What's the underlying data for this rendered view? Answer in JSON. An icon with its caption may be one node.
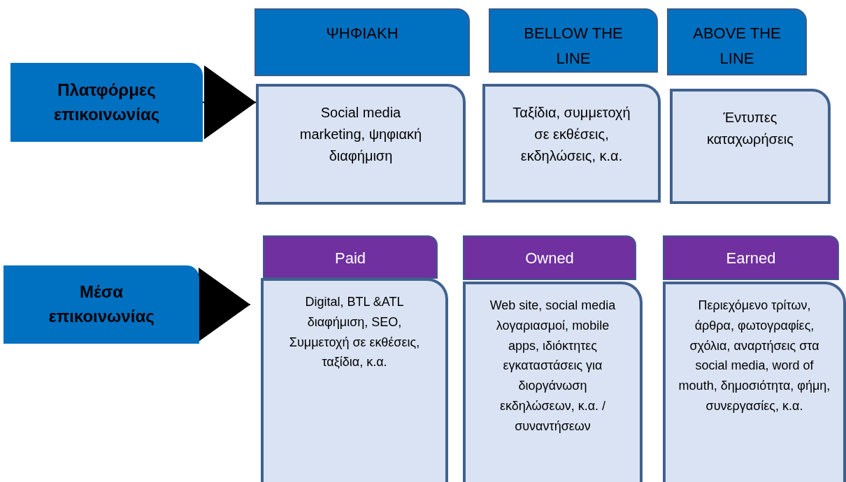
{
  "diagram": {
    "nodes": [
      {
        "text": [
          "Πλατφόρμες επικοινωνίας"
        ]
      },
      {
        "text": [
          "ΨΗΦΙΑΚΗ"
        ]
      },
      {
        "text": [
          "Social media marketing, ψηφιακή διαφήμιση"
        ]
      },
      {
        "text": [
          "BELLOW THE LINE"
        ]
      },
      {
        "text": [
          "Ταξίδια, συμμετοχή σε εκθέσεις, εκδηλώσεις, κ.α."
        ]
      },
      {
        "text": [
          "ABOVE THE LINE"
        ]
      },
      {
        "text": [
          "Έντυπες καταχωρήσεις"
        ]
      },
      {
        "text": [
          "Μέσα επικοινωνίας"
        ]
      },
      {
        "text": [
          "Paid"
        ]
      },
      {
        "text": [
          "Digital, BTL &ATL διαφήμιση, SEO, Συμμετοχή σε εκθέσεις, ταξίδια, κ.α."
        ]
      },
      {
        "text": [
          "Owned"
        ]
      },
      {
        "text": [
          "Web site, social media λογαριασμοί, mobile apps, ιδιόκτητες εγκαταστάσεις για διοργάνωση εκδηλώσεων, κ.α. /συναντήσεων"
        ]
      },
      {
        "text": [
          "Earned"
        ]
      },
      {
        "text": [
          "Περιεχόμενο τρίτων, άρθρα, φωτογραφίες, σχόλια, αναρτήσεις στα social media, word of mouth, δημοσιότητα, φήμη, συνεργασίες, κ.α."
        ]
      }
    ],
    "edges": [
      {
        "from": 0,
        "to": 2,
        "arrow": "to"
      },
      {
        "from": 7,
        "to": 9,
        "arrow": "to"
      }
    ]
  }
}
